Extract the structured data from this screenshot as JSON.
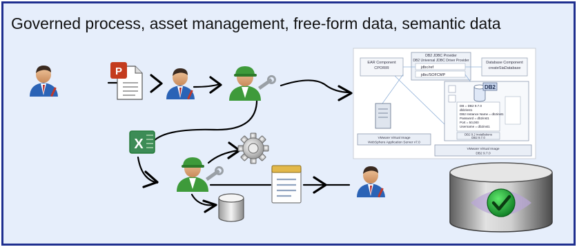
{
  "title": "Governed process, asset management, free-form data, semantic data",
  "topology": {
    "db2_badge": "DB2",
    "ear_component": "EAR Component",
    "ear_name": "CPORIR",
    "jdbc_provider": "DB2 JDBC Provider",
    "jdbc_driver": "DB2 Universal JDBC Driver Provider",
    "jdbc_ds1": "jdbc/ref",
    "jdbc_ds2": "jdbc/SOFCMP",
    "db_component": "Database Component",
    "db_name": "createSiaDatabase",
    "props": [
      "DB = DB2 9.7.0",
      "dbl2inst1",
      "DB2 Instance Name = db2inst1",
      "Password = db2inst1",
      "Port = 50,000",
      "Username = db2inst1"
    ],
    "install_label": "DB2 9.2 installations",
    "install_name": "DB2 9.7.0",
    "vm1_label": "VMware Virtual Image",
    "vm1_name": "WebSphere Application Server v7.0",
    "vm2_label": "VMware Virtual Image",
    "vm2_name": "DB2 9.7.0"
  },
  "colors": {
    "frame": "#1f2f8f",
    "background": "#e6eefb",
    "ppt_red": "#c43b1d",
    "excel_green": "#1e7a3c",
    "shirt_blue": "#2b63b6",
    "shirt_green": "#3e9a3a",
    "check_green": "#19b23a"
  },
  "icons": [
    "person-icon",
    "powerpoint-document-icon",
    "engineer-icon",
    "topology-diagram-image",
    "excel-icon",
    "gear-icon",
    "database-icon",
    "notepad-icon",
    "verified-database-icon"
  ]
}
